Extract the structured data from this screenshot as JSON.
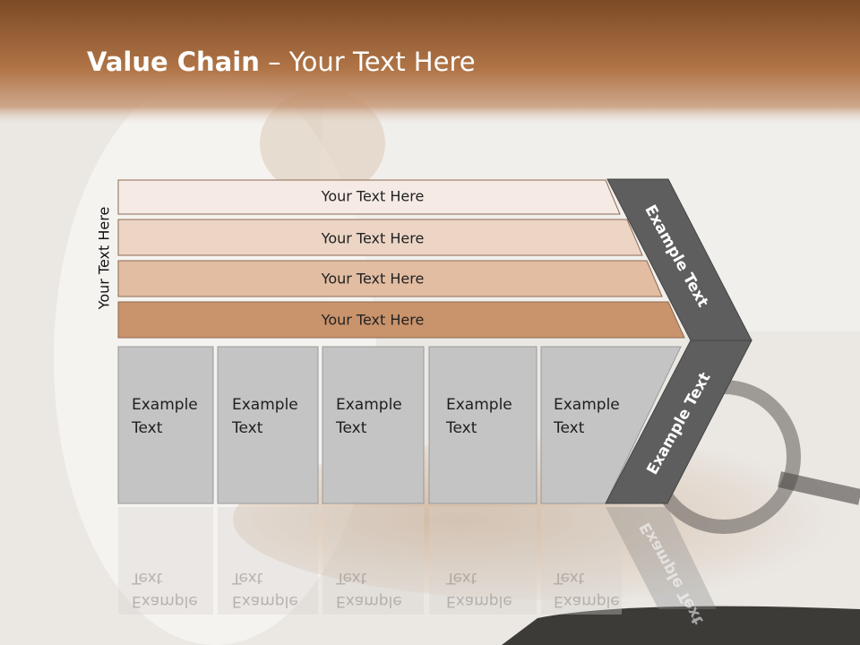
{
  "header": {
    "title_strong": "Value Chain",
    "title_rest": " – Your Text Here"
  },
  "side_label": "Your Text Here",
  "rows": [
    {
      "label": "Your Text Here",
      "fill": "#f5ebe4"
    },
    {
      "label": "Your Text Here",
      "fill": "#ecd5c5"
    },
    {
      "label": "Your Text Here",
      "fill": "#e2bda2"
    },
    {
      "label": "Your Text Here",
      "fill": "#c9936b"
    }
  ],
  "columns": [
    {
      "label": "Example Text"
    },
    {
      "label": "Example Text"
    },
    {
      "label": "Example Text"
    },
    {
      "label": "Example Text"
    },
    {
      "label": "Example Text"
    }
  ],
  "chevrons": {
    "upper": "Example Text",
    "lower": "Example Text"
  },
  "colors": {
    "header_band": "#a86a3c",
    "column_fill": "#c4c4c4",
    "chevron_fill": "#5e5e5e"
  }
}
